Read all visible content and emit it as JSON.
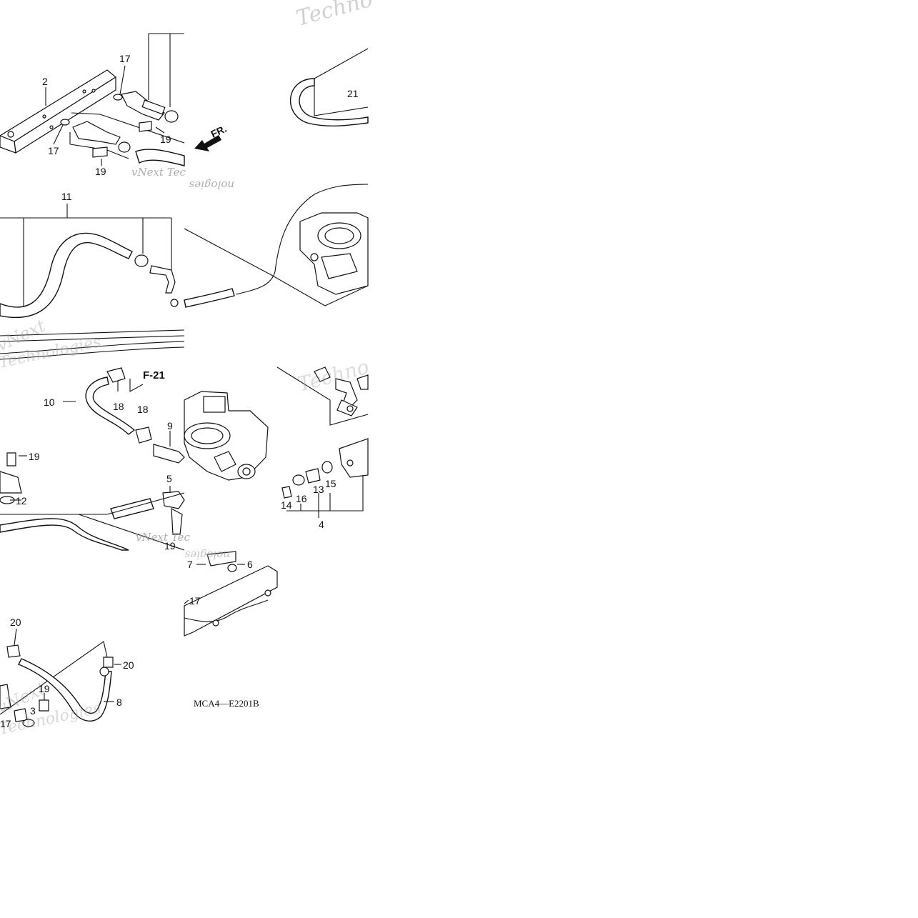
{
  "diagram": {
    "part_callouts": {
      "c2": "2",
      "c17a": "17",
      "c17b": "17",
      "c19a": "19",
      "c19b": "19",
      "c21": "21",
      "c11": "11",
      "c10": "10",
      "c18a": "18",
      "c18b": "18",
      "c9": "9",
      "c19c": "19",
      "c12": "12",
      "c5": "5",
      "c19d": "19",
      "c14": "14",
      "c16": "16",
      "c13": "13",
      "c15": "15",
      "c4": "4",
      "c7": "7",
      "c6": "6",
      "c17c": "17",
      "c20a": "20",
      "c20b": "20",
      "c19e": "19",
      "c8": "8",
      "c3": "3",
      "c17d": "17"
    },
    "reference_mark": "F-21",
    "direction_mark": "FR.",
    "diagram_code": "MCA4—E2201B",
    "watermarks": {
      "w1": "Techno",
      "w2": "vNext Tec",
      "w3": "nologies",
      "w4": "vNext",
      "w5": "Technologies",
      "w6": "Techno",
      "w7": "vNext Tec",
      "w8": "nologies",
      "w9": "vNext",
      "w10": "Technologies"
    }
  }
}
